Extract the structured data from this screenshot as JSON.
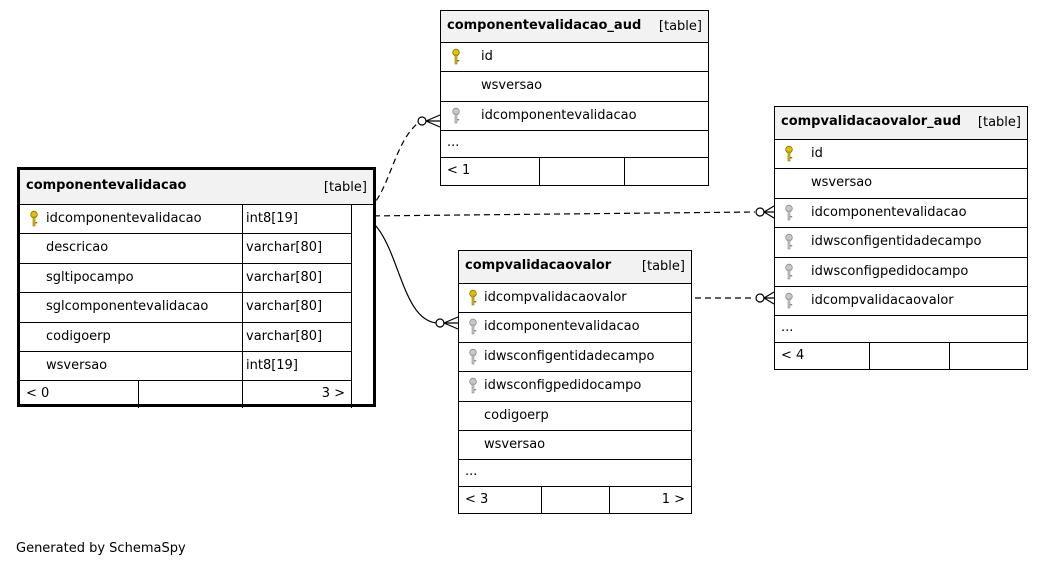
{
  "tables": {
    "componentevalidacao": {
      "name": "componentevalidacao",
      "type": "[table]",
      "columns": [
        {
          "name": "idcomponentevalidacao",
          "datatype": "int8[19]",
          "key": "primary"
        },
        {
          "name": "descricao",
          "datatype": "varchar[80]",
          "key": "none"
        },
        {
          "name": "sgltipocampo",
          "datatype": "varchar[80]",
          "key": "none"
        },
        {
          "name": "sglcomponentevalidacao",
          "datatype": "varchar[80]",
          "key": "none"
        },
        {
          "name": "codigoerp",
          "datatype": "varchar[80]",
          "key": "none"
        },
        {
          "name": "wsversao",
          "datatype": "int8[19]",
          "key": "none"
        }
      ],
      "parents": "< 0",
      "children": "3 >"
    },
    "componentevalidacao_aud": {
      "name": "componentevalidacao_aud",
      "type": "[table]",
      "columns": [
        {
          "name": "id",
          "key": "primary"
        },
        {
          "name": "wsversao",
          "key": "none"
        },
        {
          "name": "idcomponentevalidacao",
          "key": "foreign"
        }
      ],
      "more": "...",
      "parents": "< 1",
      "children": ""
    },
    "compvalidacaovalor": {
      "name": "compvalidacaovalor",
      "type": "[table]",
      "columns": [
        {
          "name": "idcompvalidacaovalor",
          "key": "primary"
        },
        {
          "name": "idcomponentevalidacao",
          "key": "foreign"
        },
        {
          "name": "idwsconfigentidadecampo",
          "key": "foreign"
        },
        {
          "name": "idwsconfigpedidocampo",
          "key": "foreign"
        },
        {
          "name": "codigoerp",
          "key": "none"
        },
        {
          "name": "wsversao",
          "key": "none"
        }
      ],
      "more": "...",
      "parents": "< 3",
      "children": "1 >"
    },
    "compvalidacaovalor_aud": {
      "name": "compvalidacaovalor_aud",
      "type": "[table]",
      "columns": [
        {
          "name": "id",
          "key": "primary"
        },
        {
          "name": "wsversao",
          "key": "none"
        },
        {
          "name": "idcomponentevalidacao",
          "key": "foreign"
        },
        {
          "name": "idwsconfigentidadecampo",
          "key": "foreign"
        },
        {
          "name": "idwsconfigpedidocampo",
          "key": "foreign"
        },
        {
          "name": "idcompvalidacaovalor",
          "key": "foreign"
        }
      ],
      "more": "...",
      "parents": "< 4",
      "children": ""
    }
  },
  "colors": {
    "primary_key": "#e0c000",
    "foreign_key": "#b0b0b0",
    "header_bg": "#f2f2f2"
  },
  "footer_text": "Generated by SchemaSpy"
}
